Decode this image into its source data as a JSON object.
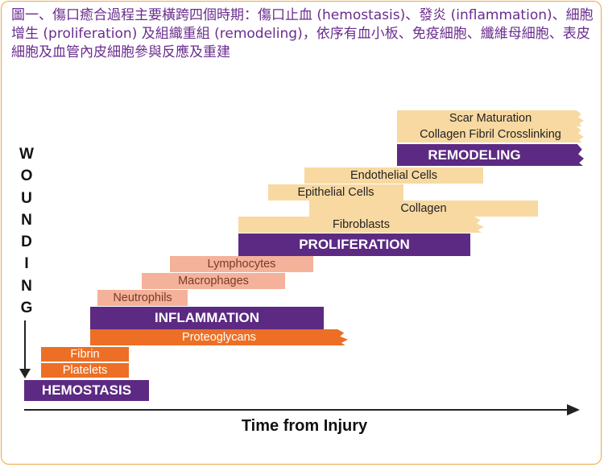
{
  "caption": "圖一、傷口癒合過程主要橫跨四個時期：傷口止血 (hemostasis)、發炎 (inflammation)、細胞增生 (proliferation) 及組織重組 (remodeling)，依序有血小板、免疫細胞、纖維母細胞、表皮細胞及血管內皮細胞參與反應及重建",
  "wounding_letters": [
    "W",
    "O",
    "U",
    "N",
    "D",
    "I",
    "N",
    "G"
  ],
  "axis_label": "Time from Injury",
  "phases": {
    "hemostasis": "HEMOSTASIS",
    "inflammation": "INFLAMMATION",
    "proliferation": "PROLIFERATION",
    "remodeling": "REMODELING"
  },
  "components": {
    "platelets": "Platelets",
    "fibrin": "Fibrin",
    "proteoglycans": "Proteoglycans",
    "neutrophils": "Neutrophils",
    "macrophages": "Macrophages",
    "lymphocytes": "Lymphocytes",
    "fibroblasts": "Fibroblasts",
    "collagen": "Collagen",
    "epithelial_cells": "Epithelial Cells",
    "endothelial_cells": "Endothelial Cells",
    "collagen_fibril_crosslinking": "Collagen Fibril Crosslinking",
    "scar_maturation": "Scar Maturation"
  },
  "colors": {
    "phase_purple": "#5c2a82",
    "hemostasis_orange": "#ec6f25",
    "inflammation_salmon": "#f4b29a",
    "proliferation_tan": "#f8d9a2",
    "caption_purple": "#6a2c8e",
    "frame_orange": "#f0a63c"
  }
}
